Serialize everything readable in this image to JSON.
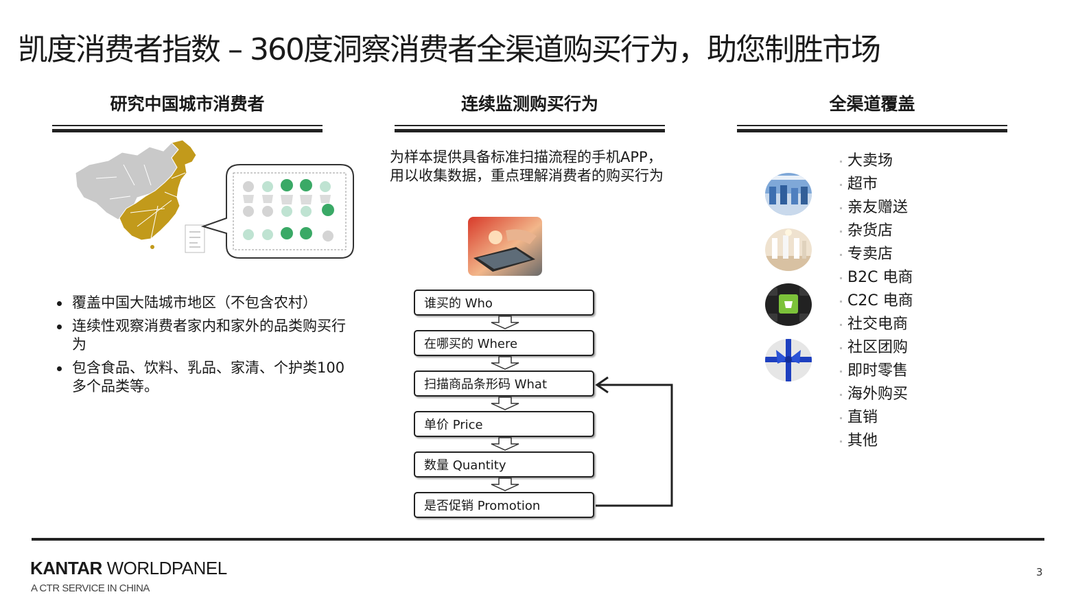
{
  "title": "凯度消费者指数 – 360度洞察消费者全渠道购买行为，助您制胜市场",
  "columns": {
    "left": {
      "heading": "研究中国城市消费者",
      "bullets": [
        "覆盖中国大陆城市地区（不包含农村）",
        "连续性观察消费者家内和家外的品类购买行为",
        "包含食品、饮料、乳品、家清、个护类100多个品类等。"
      ]
    },
    "middle": {
      "heading": "连续监测购买行为",
      "description_lines": [
        "为样本提供具备标准扫描流程的手机APP，",
        "用以收集数据，重点理解消费者的购买行为"
      ],
      "flow_steps": [
        "谁买的 Who",
        "在哪买的 Where",
        "扫描商品条形码 What",
        "单价 Price",
        "数量 Quantity",
        "是否促销 Promotion"
      ]
    },
    "right": {
      "heading": "全渠道覆盖",
      "channels": [
        "大卖场",
        "超市",
        "亲友赠送",
        "杂货店",
        "专卖店",
        "B2C 电商",
        "C2C 电商",
        "社交电商",
        "社区团购",
        "即时零售",
        "海外购买",
        "直销",
        "其他"
      ]
    }
  },
  "footer": {
    "brand_main": "KANTAR",
    "brand_sub": "WORLDPANEL",
    "tagline": "A CTR SERVICE IN CHINA",
    "page_number": "3"
  },
  "colors": {
    "map_highlight": "#c29a1b",
    "map_base": "#c8c8c8",
    "text": "#1a1a1a",
    "rule": "#222222"
  }
}
